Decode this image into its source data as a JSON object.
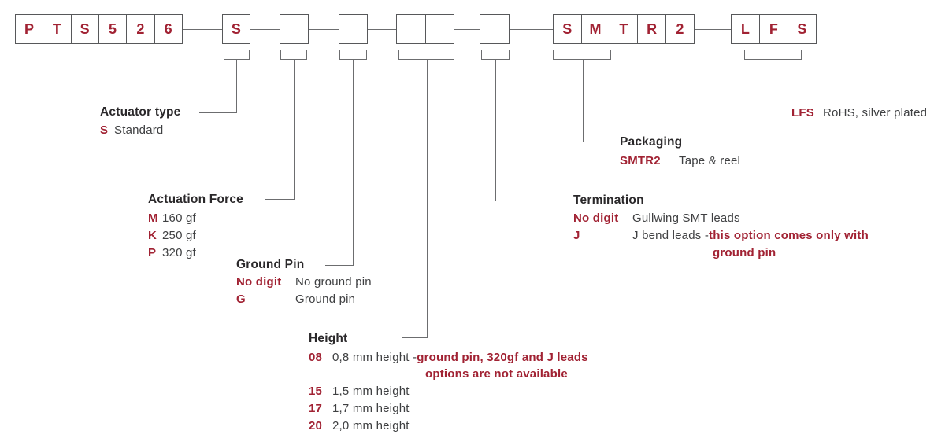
{
  "colors": {
    "red": "#a12233",
    "heading_text": "#2a282a",
    "body_text": "#3f4042",
    "line_gray": "#6c6d6f",
    "box_border_gray": "#57585a"
  },
  "part_number": {
    "prefix_cells": [
      "P",
      "T",
      "S",
      "5",
      "2",
      "6"
    ],
    "actuator_cell": "S",
    "packaging_cells": [
      "S",
      "M",
      "T",
      "R",
      "2"
    ],
    "plating_cells": [
      "L",
      "F",
      "S"
    ]
  },
  "sections": {
    "actuator": {
      "title": "Actuator type",
      "rows": [
        {
          "code": "S",
          "desc": "Standard"
        }
      ]
    },
    "force": {
      "title": "Actuation Force",
      "rows": [
        {
          "code": "M",
          "desc": "160 gf"
        },
        {
          "code": "K",
          "desc": "250 gf"
        },
        {
          "code": "P",
          "desc": "320 gf"
        }
      ]
    },
    "ground": {
      "title": "Ground Pin",
      "rows": [
        {
          "code": "No digit",
          "desc": "No ground pin"
        },
        {
          "code": "G",
          "desc": "Ground pin"
        }
      ]
    },
    "height": {
      "title": "Height",
      "rows": [
        {
          "code": "08",
          "desc": "0,8 mm height - ",
          "note_line1": "ground pin, 320gf and J leads",
          "note_line2": "options are not available"
        },
        {
          "code": "15",
          "desc": "1,5 mm height"
        },
        {
          "code": "17",
          "desc": "1,7 mm height"
        },
        {
          "code": "20",
          "desc": "2,0 mm height"
        }
      ]
    },
    "termination": {
      "title": "Termination",
      "rows": [
        {
          "code": "No digit",
          "desc": "Gullwing SMT leads"
        },
        {
          "code": "J",
          "desc": "J bend leads - ",
          "note_line1": "this option comes only with",
          "note_line2": "ground pin"
        }
      ]
    },
    "packaging": {
      "title": "Packaging",
      "rows": [
        {
          "code": "SMTR2",
          "desc": "Tape & reel"
        }
      ]
    },
    "plating": {
      "rows": [
        {
          "code": "LFS",
          "desc": "RoHS, silver plated"
        }
      ]
    }
  }
}
